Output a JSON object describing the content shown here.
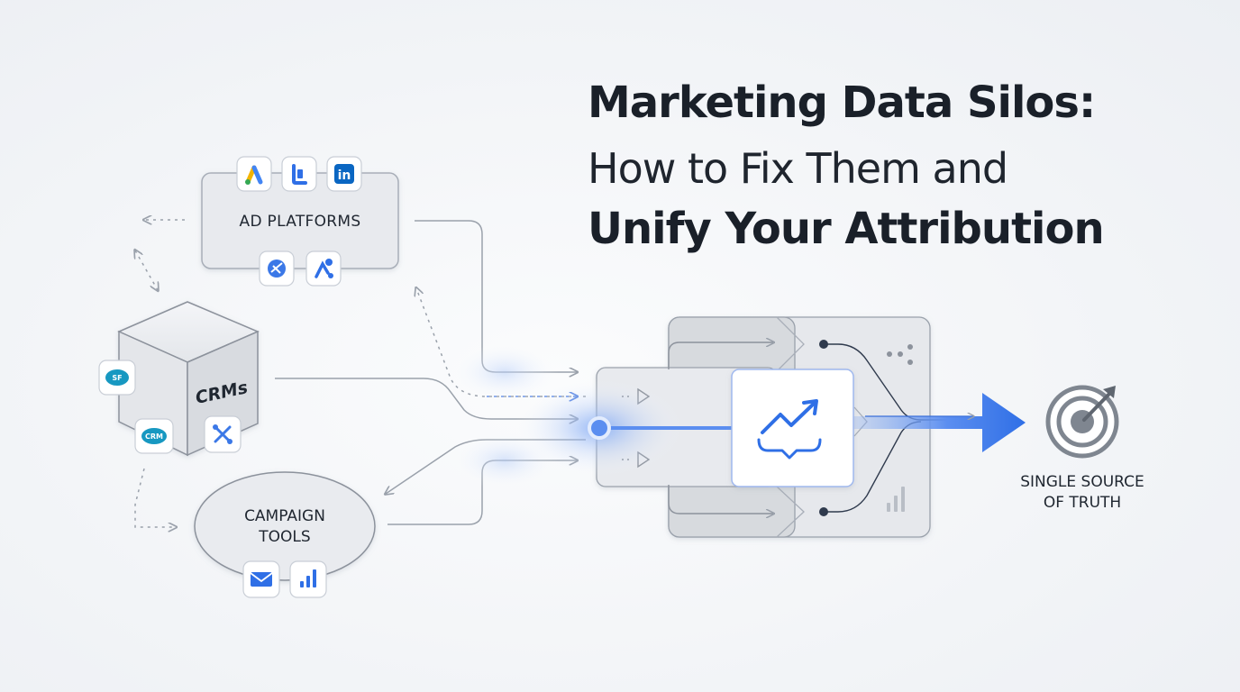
{
  "title": {
    "line1": "Marketing Data Silos:",
    "line2": "How to Fix Them and",
    "line3": "Unify Your Attribution"
  },
  "nodes": {
    "ad_platforms": {
      "label": "AD PLATFORMS",
      "icons": [
        "google-ads-icon",
        "lattice-icon",
        "linkedin-icon",
        "analytics-icon",
        "ads-manager-icon"
      ],
      "icon_text": {
        "linkedin": "in"
      }
    },
    "crms": {
      "label": "CRMs",
      "icons": [
        "salesforce-icon",
        "crm-cloud-icon",
        "hubspot-icon"
      ],
      "icon_text": {
        "salesforce": "SF",
        "crm": "CRM"
      }
    },
    "campaign_tools": {
      "label_line1": "CAMPAIGN",
      "label_line2": "TOOLS",
      "icons": [
        "email-icon",
        "bar-chart-icon"
      ]
    },
    "hub": {
      "icon": "trend-up-icon"
    },
    "output": {
      "label_line1": "SINGLE SOURCE",
      "label_line2": "OF TRUTH",
      "icon": "target-icon"
    }
  },
  "colors": {
    "text": "#1a2029",
    "accent_blue": "#3b78e7",
    "node_fill": "#e9ebef",
    "node_stroke": "#a8aeb8",
    "connector": "#9aa1ab"
  }
}
